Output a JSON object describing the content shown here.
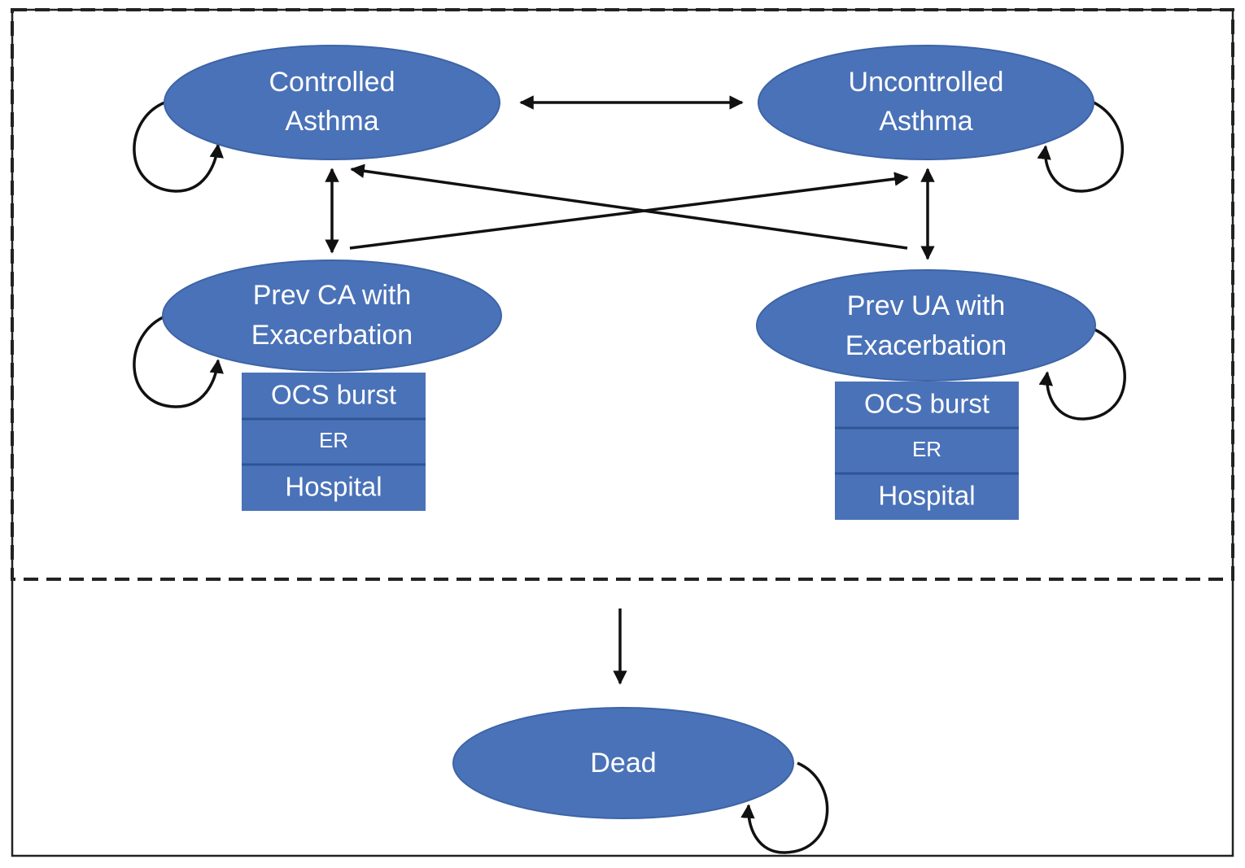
{
  "colors": {
    "node_fill": "#4A72B8",
    "node_stroke": "#3E64A6",
    "box_divider": "#2F5597",
    "line": "#111111",
    "frame": "#222222"
  },
  "nodes": {
    "controlled": {
      "line1": "Controlled",
      "line2": "Asthma"
    },
    "uncontrolled": {
      "line1": "Uncontrolled",
      "line2": "Asthma"
    },
    "prev_ca": {
      "line1": "Prev CA with",
      "line2": "Exacerbation"
    },
    "prev_ua": {
      "line1": "Prev UA with",
      "line2": "Exacerbation"
    },
    "dead": {
      "label": "Dead"
    }
  },
  "exacerbation_types": {
    "ca": [
      "OCS burst",
      "ER",
      "Hospital"
    ],
    "ua": [
      "OCS burst",
      "ER",
      "Hospital"
    ]
  }
}
